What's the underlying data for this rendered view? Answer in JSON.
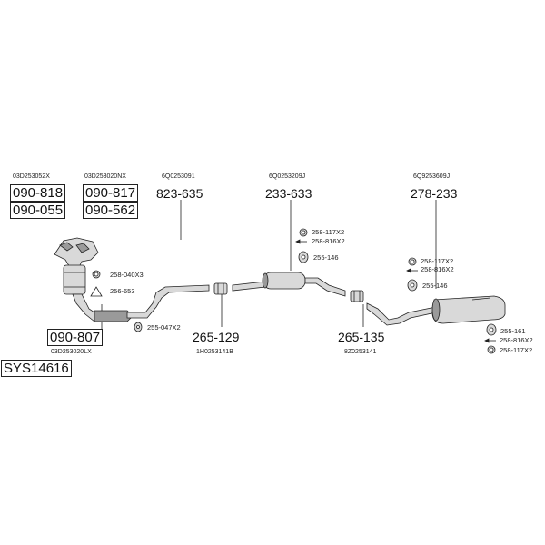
{
  "diagram": {
    "system_id": "SYS14616",
    "part_numbers": {
      "p090_818": "090-818",
      "p090_817": "090-817",
      "p090_055": "090-055",
      "p090_562": "090-562",
      "p090_807": "090-807",
      "p823_635": "823-635",
      "p233_633": "233-633",
      "p278_233": "278-233",
      "p265_129": "265-129",
      "p265_135": "265-135"
    },
    "oem_numbers": {
      "o03D253052X": "03D253052X",
      "o03D253020NX": "03D253020NX",
      "o6Q0253091": "6Q0253091",
      "o6Q0253209J": "6Q0253209J",
      "o6Q9253609J": "6Q9253609J",
      "o03D253020LX": "03D253020LX",
      "o1H0253141B": "1H0253141B",
      "o8Z0253141": "8Z0253141"
    },
    "accessories": {
      "a258_040X3": "258-040X3",
      "a256_653": "256-653",
      "a255_047X2": "255-047X2",
      "a258_117X2_mid": "258-117X2",
      "a258_816X2_mid": "258-816X2",
      "a255_146_mid": "255-146",
      "a258_117X2_rear": "258-117X2",
      "a258_816X2_rear": "258-816X2",
      "a255_146_rear": "255-146",
      "a255_161": "255-161",
      "a258_816X2_end": "258-816X2",
      "a258_117X2_end": "258-117X2"
    },
    "colors": {
      "line": "#222222",
      "part_fill": "#d9d9d9",
      "part_shade": "#9a9a9a"
    }
  }
}
